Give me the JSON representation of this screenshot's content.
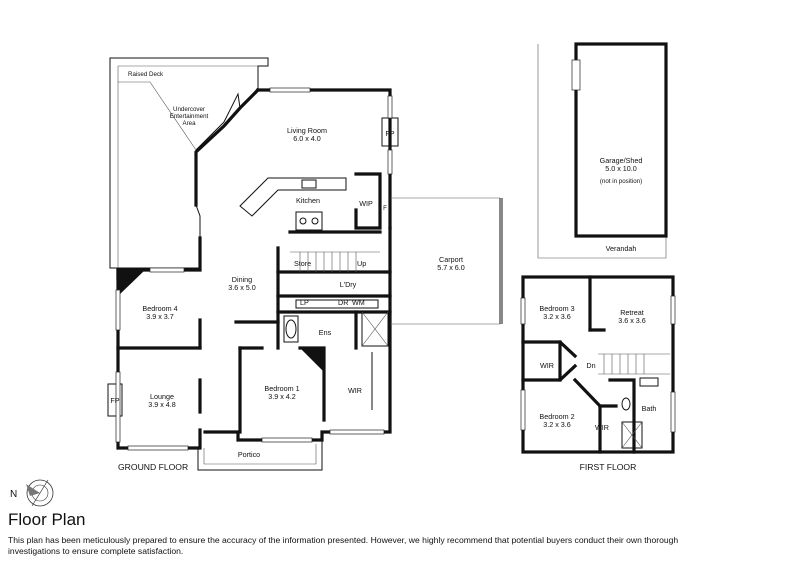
{
  "title": "Floor Plan",
  "disclaimer": "This plan has been meticulously prepared to ensure the accuracy of the information presented. However, we highly recommend that potential buyers conduct their own thorough investigations to ensure complete satisfaction.",
  "compass": {
    "label": "N"
  },
  "ground_floor": {
    "heading": "GROUND FLOOR",
    "rooms": {
      "raised_deck": "Raised Deck",
      "undercover_line1": "Undercover",
      "undercover_line2": "Entertainment",
      "undercover_line3": "Area",
      "living_name": "Living Room",
      "living_dims": "6.0 x 4.0",
      "kitchen": "Kitchen",
      "wip": "WIP",
      "fp_living": "FP",
      "fridge": "F",
      "dining_name": "Dining",
      "dining_dims": "3.6 x 5.0",
      "store": "Store",
      "up": "Up",
      "ldry": "L'Dry",
      "lp": "LP",
      "dr": "DR",
      "wm": "WM",
      "ens": "Ens",
      "bed4_name": "Bedroom 4",
      "bed4_dims": "3.9 x 3.7",
      "lounge_name": "Lounge",
      "lounge_dims": "3.9 x 4.8",
      "fp_lounge": "FP",
      "bed1_name": "Bedroom 1",
      "bed1_dims": "3.9 x 4.2",
      "wir": "WIR",
      "portico": "Portico",
      "carport_name": "Carport",
      "carport_dims": "5.7 x 6.0"
    }
  },
  "outbuilding": {
    "garage_name": "Garage/Shed",
    "garage_dims": "5.0 x 10.0",
    "garage_note": "(not in position)",
    "verandah": "Verandah"
  },
  "first_floor": {
    "heading": "FIRST FLOOR",
    "rooms": {
      "bed3_name": "Bedroom 3",
      "bed3_dims": "3.2 x 3.6",
      "retreat_name": "Retreat",
      "retreat_dims": "3.6 x 3.6",
      "wir_a": "WIR",
      "dn": "Dn",
      "bath": "Bath",
      "bed2_name": "Bedroom 2",
      "bed2_dims": "3.2 x 3.6",
      "wir_b": "WIR"
    }
  }
}
